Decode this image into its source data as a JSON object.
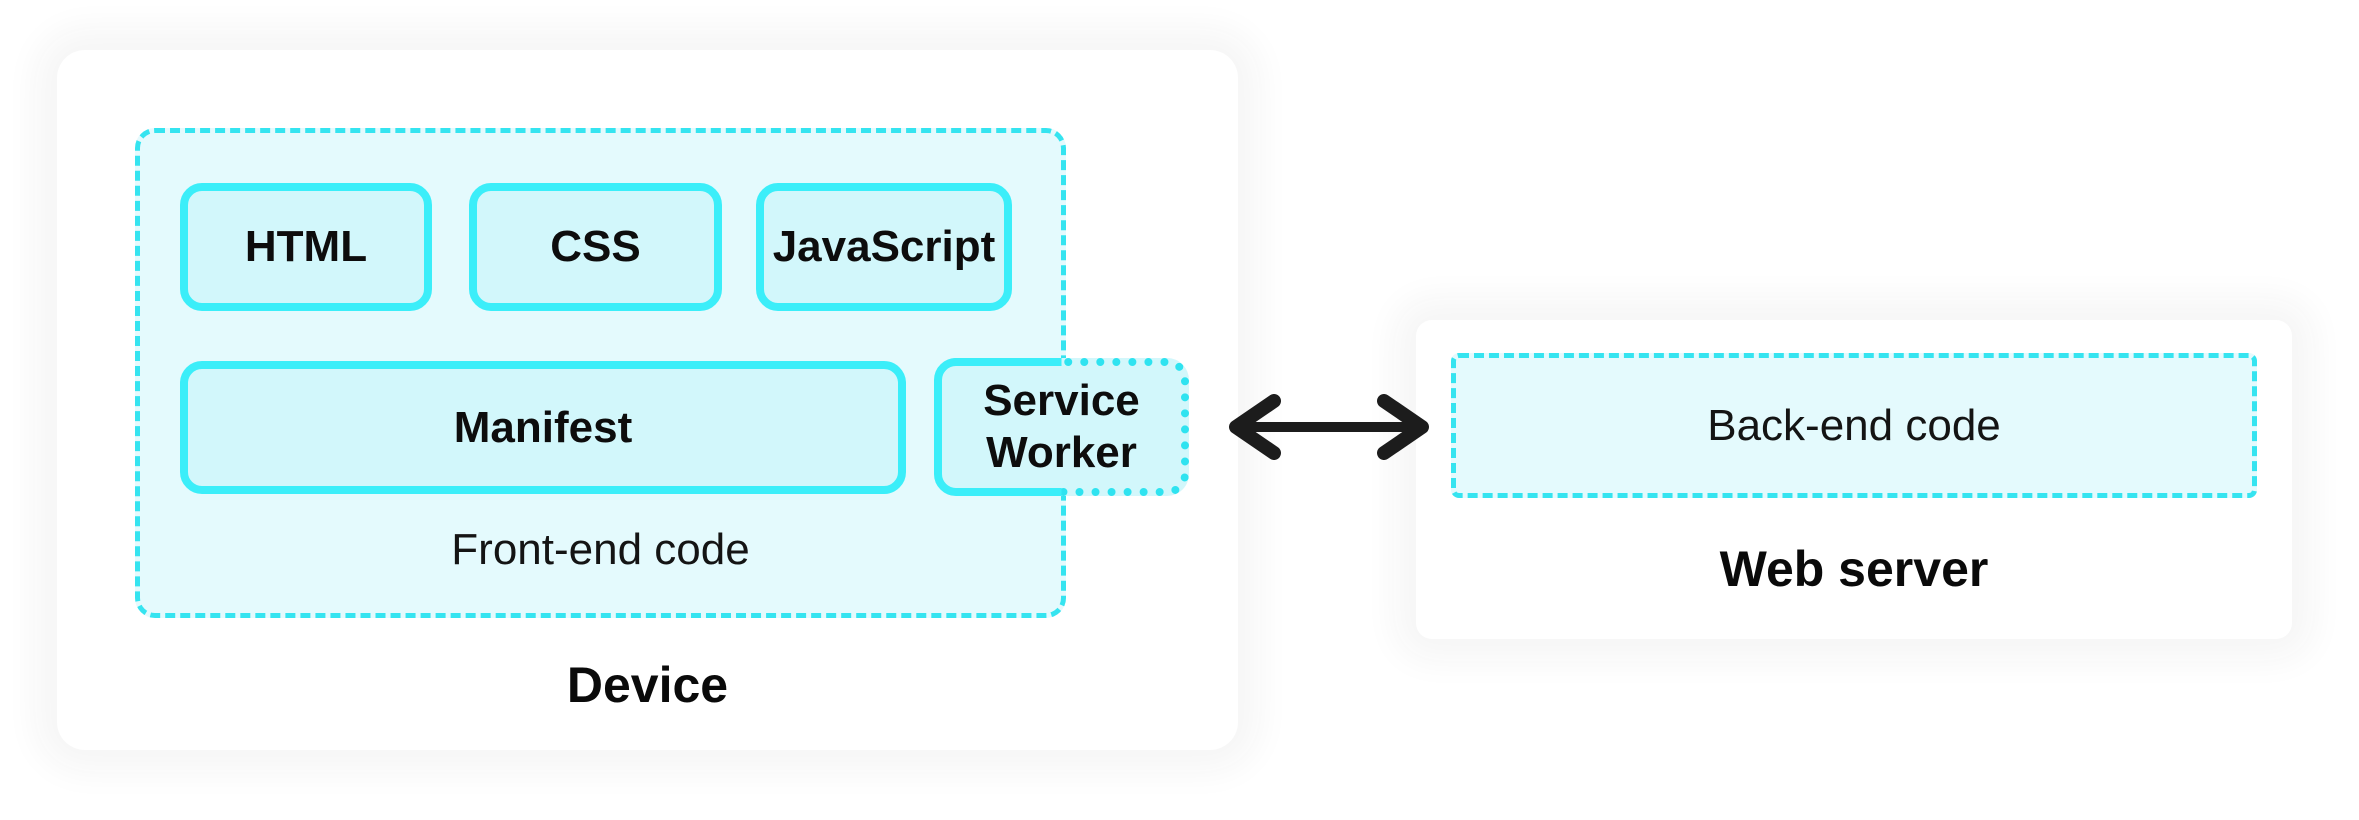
{
  "device": {
    "title": "Device",
    "frontend": {
      "title": "Front-end code",
      "files": [
        {
          "label": "HTML"
        },
        {
          "label": "CSS"
        },
        {
          "label": "JavaScript"
        }
      ],
      "manifest": "Manifest",
      "service_worker": "Service Worker"
    }
  },
  "server": {
    "title": "Web server",
    "backend": "Back-end code"
  },
  "arrow": {
    "icon": "bidirectional-arrow",
    "meaning": "two-way communication between device and web server"
  },
  "colors": {
    "accent_solid_border": "#3beef9",
    "accent_dashed_border": "#35e4f0",
    "accent_dotted_border": "#2fe3f0",
    "file_box_fill": "#d2f7fb",
    "container_fill": "#e4fafd",
    "card_fill": "#ffffff",
    "arrow": "#1c1c1c",
    "text": "#0d0d0d"
  }
}
